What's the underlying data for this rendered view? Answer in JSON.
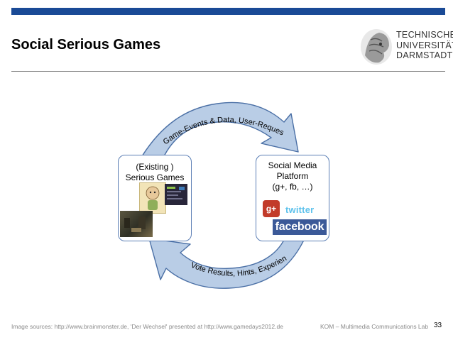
{
  "slide": {
    "title": "Social Serious Games",
    "page_number": "33"
  },
  "logo": {
    "line1": "TECHNISCHE",
    "line2": "UNIVERSITÄT",
    "line3": "DARMSTADT"
  },
  "diagram": {
    "left_box": {
      "line1": "(Existing )",
      "line2": "Serious Games"
    },
    "right_box": {
      "line1": "Social Media",
      "line2": "Platform",
      "line3": "(g+, fb, …)"
    },
    "top_arrow_label": "Game-Events & Data, User-Requests",
    "bottom_arrow_label": "Vote Results, Hints, Experience",
    "logos": {
      "gplus": "g+",
      "twitter": "twitter",
      "facebook": "facebook"
    }
  },
  "footer": {
    "sources": "Image sources: http://www.brainmonster.de, 'Der Wechsel' presented at http://www.gamedays2012.de",
    "lab": "KOM – Multimedia Communications Lab"
  },
  "colors": {
    "top_bar": "#1a4a96",
    "arrow_fill": "#b9cde6",
    "arrow_stroke": "#4a6fa5"
  }
}
